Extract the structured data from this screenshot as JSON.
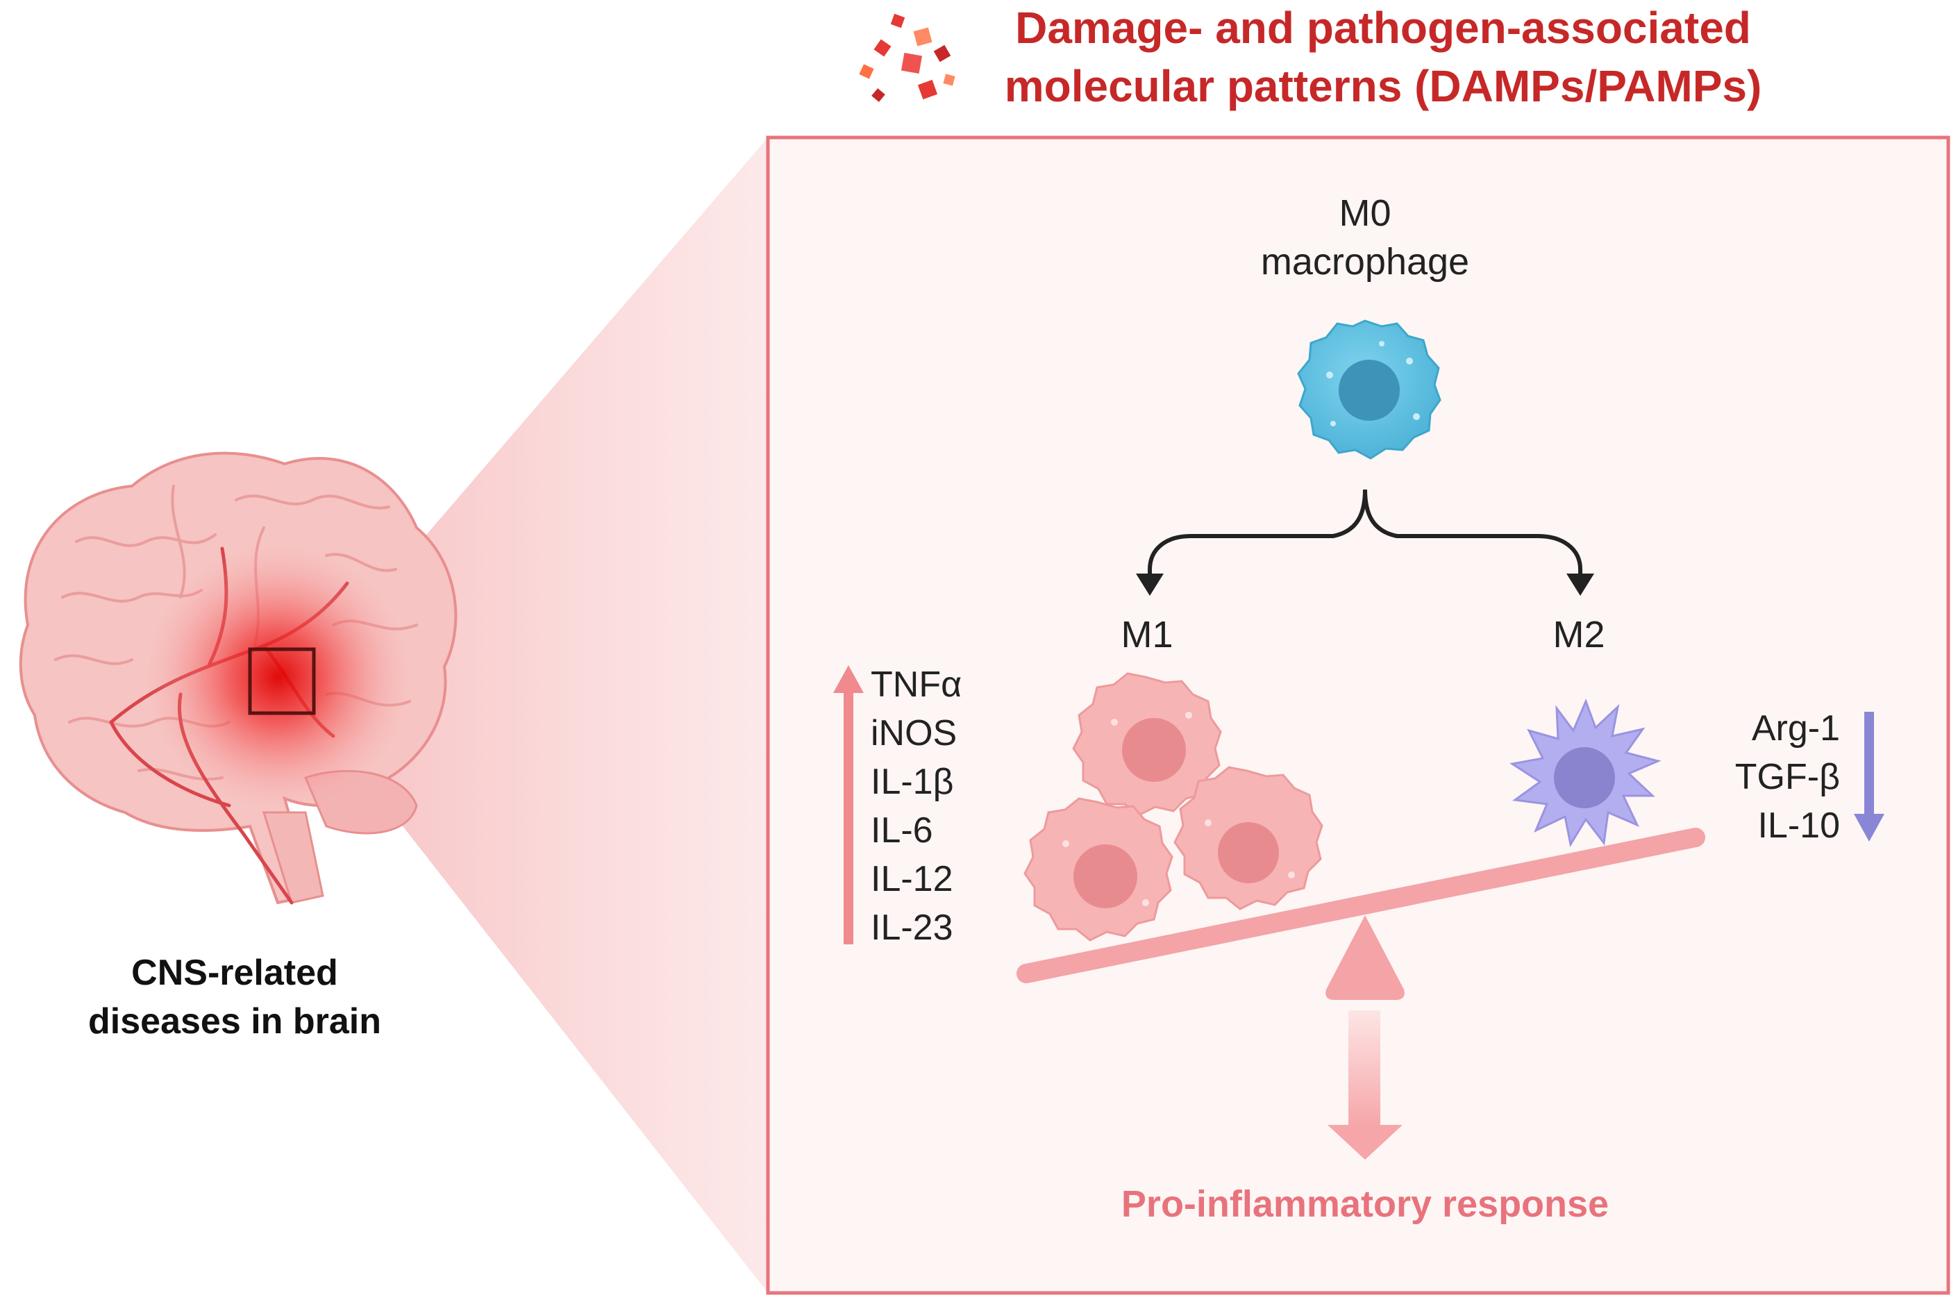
{
  "header": {
    "title_line1": "Damage- and pathogen-associated",
    "title_line2": "molecular patterns (DAMPs/PAMPs)"
  },
  "brain": {
    "caption_line1": "CNS-related",
    "caption_line2": "diseases in brain"
  },
  "panel": {
    "m0_label_line1": "M0",
    "m0_label_line2": "macrophage",
    "m1_label": "M1",
    "m2_label": "M2",
    "m1_markers": [
      "TNFα",
      "iNOS",
      "IL-1β",
      "IL-6",
      "IL-12",
      "IL-23"
    ],
    "m2_markers": [
      "Arg-1",
      "TGF-β",
      "IL-10"
    ],
    "response_label": "Pro-inflammatory response"
  },
  "colors": {
    "title_red": "#c62828",
    "panel_border": "#e8747c",
    "panel_bg": "#fdf6f5",
    "m0_cell": "#5bbfe0",
    "m1_cell": "#f4a3a6",
    "m2_cell": "#a9a3e6",
    "up_arrow": "#f08a8f",
    "down_arrow": "#8a86d6",
    "response_text": "#e8737c"
  }
}
